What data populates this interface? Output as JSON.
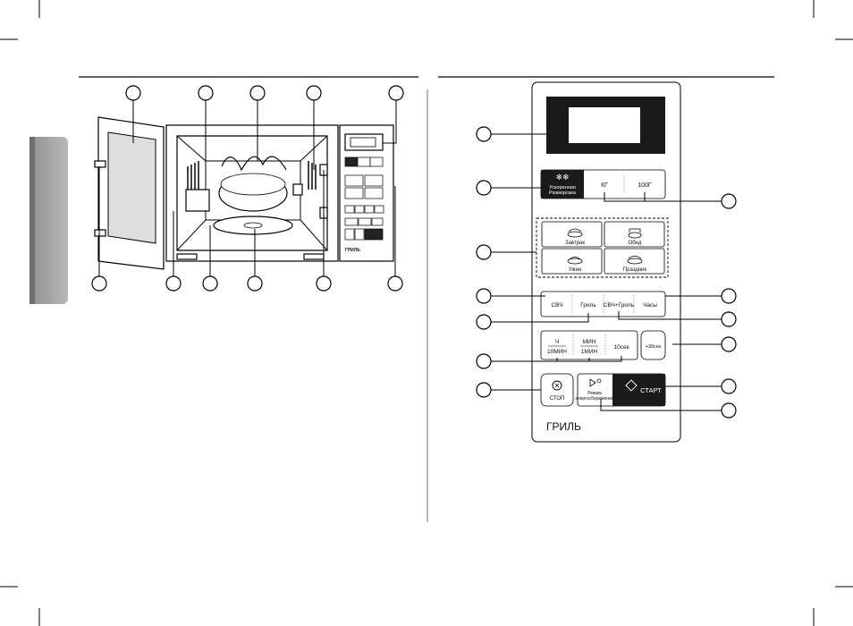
{
  "panel": {
    "brand_label": "ГРИЛЬ",
    "defrost": {
      "line1": "Ускоренная",
      "line2": "Разморозка"
    },
    "weight": {
      "kg": "КГ",
      "g100": "100Г"
    },
    "menu": {
      "breakfast": "Завтрак",
      "lunch": "Обед",
      "dinner": "Ужин",
      "holiday": "Праздник"
    },
    "modes": {
      "micro": "СВЧ",
      "grill": "Гриль",
      "combo": "СВЧ+Гриль",
      "clock": "Часы"
    },
    "time": {
      "h": "Ч",
      "m10": "10МИН",
      "min": "МИН",
      "m1": "1МИН",
      "s10": "10сек",
      "plus30": "+30сек"
    },
    "stop": "СТОП",
    "eco": {
      "line1": "Режим",
      "line2": "энергосбережения"
    },
    "start": "СТАРТ"
  },
  "oven_panel": {
    "brand_label": "ГРИЛЬ"
  },
  "colors": {
    "dark": "#1a1a1a",
    "window": "#d9d9d9",
    "tab": "#a6a6a6"
  }
}
